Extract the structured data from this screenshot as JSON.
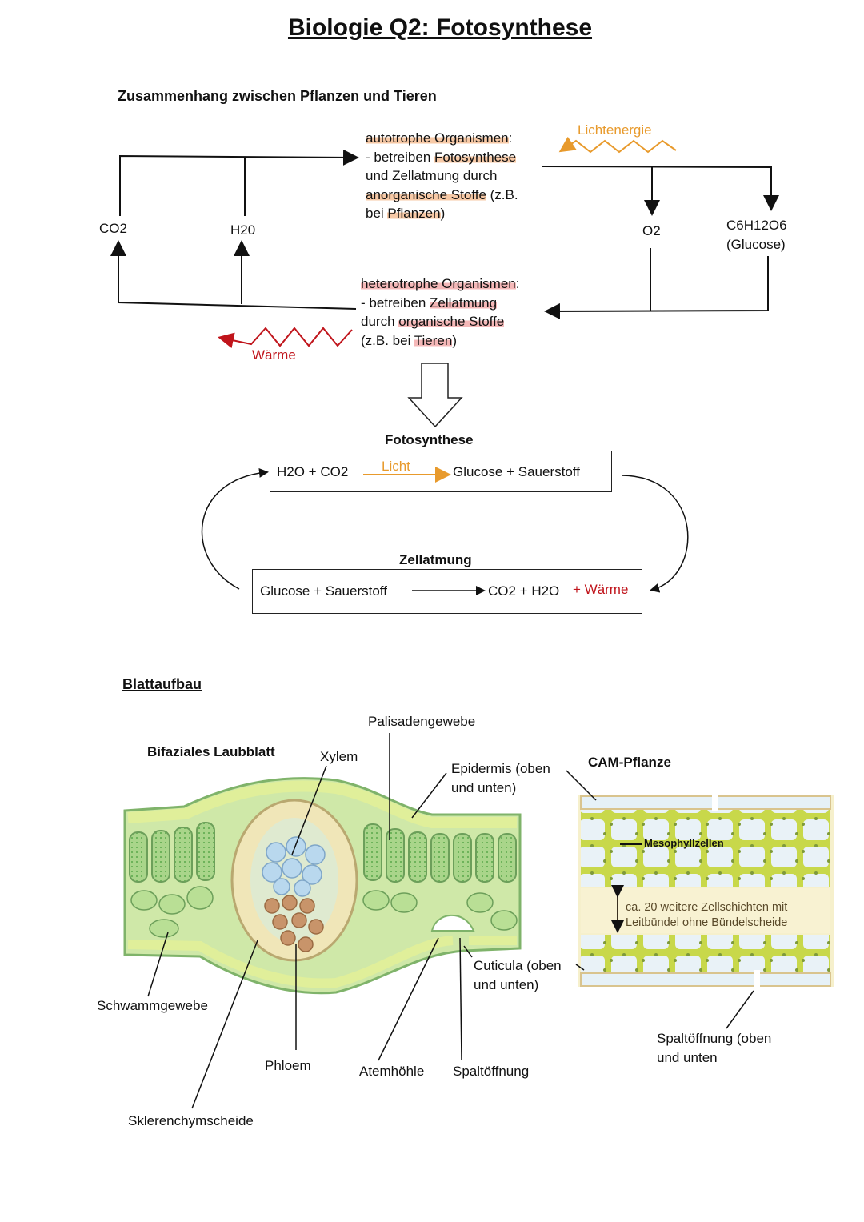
{
  "title": "Biologie Q2: Fotosynthese",
  "section1": {
    "heading": "Zusammenhang zwischen Pflanzen und Tieren",
    "autotroph": {
      "line1": "autotrophe Organismen",
      "line1_suffix": ":",
      "line2_prefix": "- betreiben ",
      "line2_hl": "Fotosynthese",
      "line3": "und Zellatmung durch",
      "line4_hl": "anorganische Stoffe",
      "line4_suffix": " (z.B.",
      "line5_prefix": "bei ",
      "line5_hl": "Pflanzen",
      "line5_suffix": ")"
    },
    "heterotroph": {
      "line1": "heterotrophe Organismen",
      "line1_suffix": ":",
      "line2_prefix": "- betreiben ",
      "line2_hl": "Zellatmung",
      "line3_prefix": "durch ",
      "line3_hl": "organische Stoffe",
      "line4_prefix": "(z.B. bei ",
      "line4_hl": "Tieren",
      "line4_suffix": ")"
    },
    "labels": {
      "co2": "CO2",
      "h2o": "H20",
      "o2": "O2",
      "glucose_formula": "C6H12O6",
      "glucose_name": "(Glucose)",
      "light_energy": "Lichtenergie",
      "heat": "Wärme"
    },
    "colors": {
      "light": "#e89a2c",
      "heat": "#c0141b",
      "hl_orange": "#f7c9a6",
      "hl_red": "#f5b8b8"
    }
  },
  "cycle": {
    "photosynthesis": {
      "heading": "Fotosynthese",
      "reactants": "H2O + CO2",
      "catalyst": "Licht",
      "products": "Glucose + Sauerstoff"
    },
    "respiration": {
      "heading": "Zellatmung",
      "reactants": "Glucose + Sauerstoff",
      "products": "CO2 + H2O",
      "extra": "+ Wärme"
    }
  },
  "section2": {
    "heading": "Blattaufbau",
    "bifacial": {
      "title": "Bifaziales Laubblatt",
      "labels": {
        "palisade": "Palisadengewebe",
        "xylem": "Xylem",
        "epidermis_1": "Epidermis (oben",
        "epidermis_2": "und unten)",
        "cuticle_1": "Cuticula (oben",
        "cuticle_2": "und unten)",
        "spongy": "Schwammgewebe",
        "phloem": "Phloem",
        "air_space": "Atemhöhle",
        "stoma": "Spaltöffnung",
        "sclerenchyma": "Sklerenchymscheide"
      }
    },
    "cam": {
      "title": "CAM-Pflanze",
      "mesophyll": "Mesophyllzellen",
      "note_1": "ca. 20 weitere Zellschichten mit",
      "note_2": "Leitbündel ohne Bündelscheide",
      "stoma_1": "Spaltöffnung (oben",
      "stoma_2": "und unten"
    }
  }
}
